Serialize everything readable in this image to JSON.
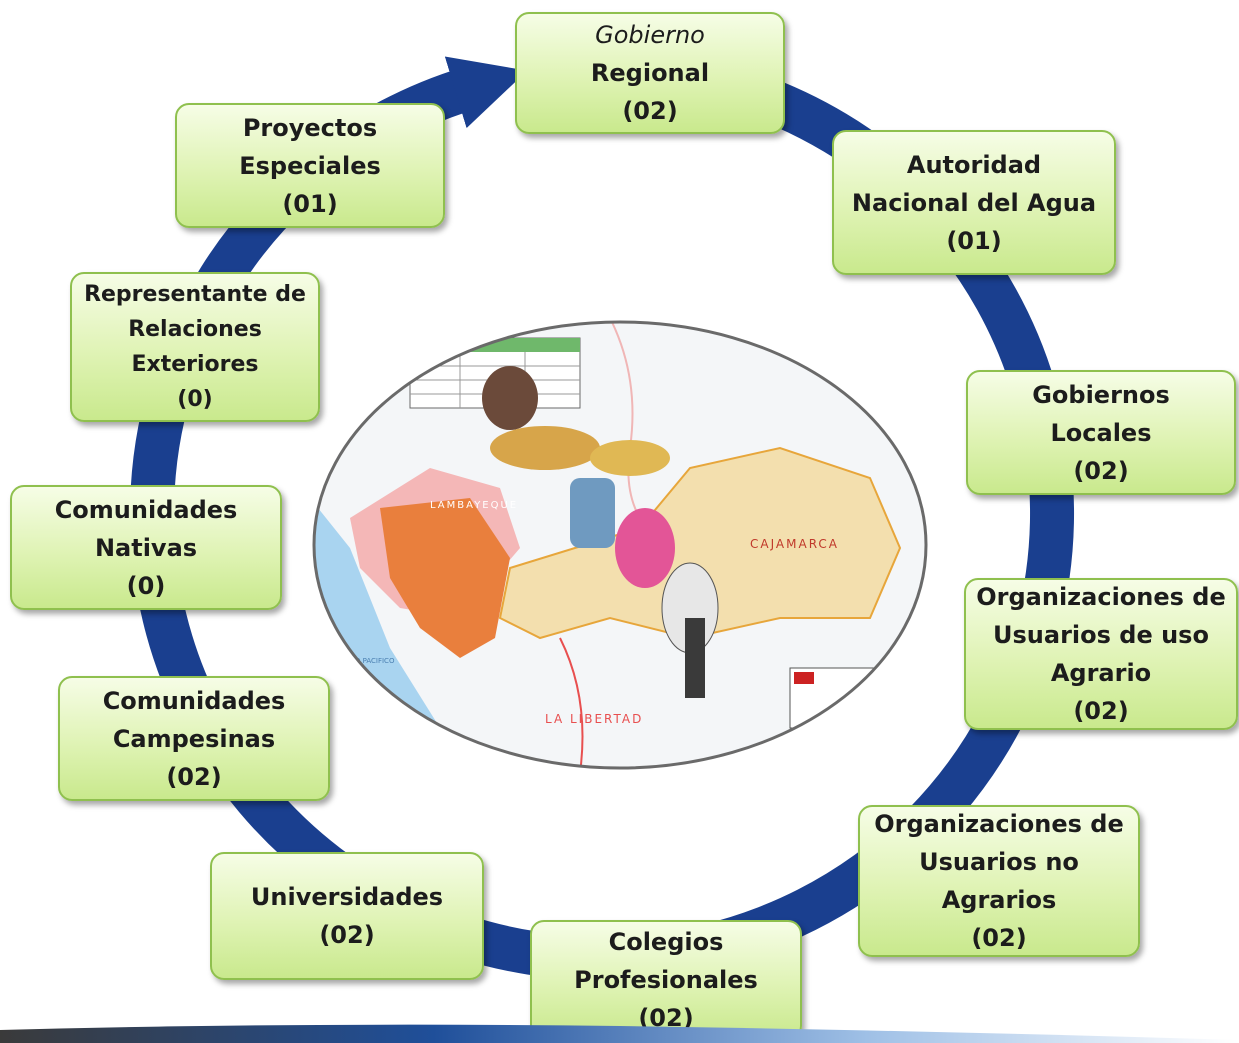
{
  "nodes": [
    {
      "id": "gobierno-regional",
      "lines": [
        "Gobierno",
        "Regional",
        "(02)"
      ]
    },
    {
      "id": "autoridad-nacional-agua",
      "lines": [
        "Autoridad",
        "Nacional del Agua",
        "(01)"
      ]
    },
    {
      "id": "gobiernos-locales",
      "lines": [
        "Gobiernos",
        "Locales",
        "(02)"
      ]
    },
    {
      "id": "org-usuarios-agrario",
      "lines": [
        "Organizaciones  de",
        "Usuarios  de uso",
        "Agrario",
        "(02)"
      ]
    },
    {
      "id": "org-usuarios-no-agrarios",
      "lines": [
        "Organizaciones de",
        "Usuarios  no",
        "Agrarios",
        "(02)"
      ]
    },
    {
      "id": "colegios-profesionales",
      "lines": [
        "Colegios",
        "Profesionales",
        "(02)"
      ]
    },
    {
      "id": "universidades",
      "lines": [
        "Universidades",
        "(02)"
      ]
    },
    {
      "id": "comunidades-campesinas",
      "lines": [
        "Comunidades",
        "Campesinas",
        "(02)"
      ]
    },
    {
      "id": "comunidades-nativas",
      "lines": [
        "Comunidades",
        "Nativas",
        "(0)"
      ]
    },
    {
      "id": "rep-relaciones-exteriores",
      "lines": [
        "Representante de",
        "Relaciones",
        "Exteriores",
        "(0)"
      ]
    },
    {
      "id": "proyectos-especiales",
      "lines": [
        "Proyectos",
        "Especiales",
        "(01)"
      ]
    }
  ],
  "map": {
    "labels": [
      "CAJAMARCA",
      "LA LIBERTAD",
      "OCEANO PACIFICO",
      "LAMBAYEQUE"
    ]
  },
  "colors": {
    "ring": "#1a3f8f",
    "box_fill": "#dff3b4",
    "box_border": "#8fc04e"
  }
}
